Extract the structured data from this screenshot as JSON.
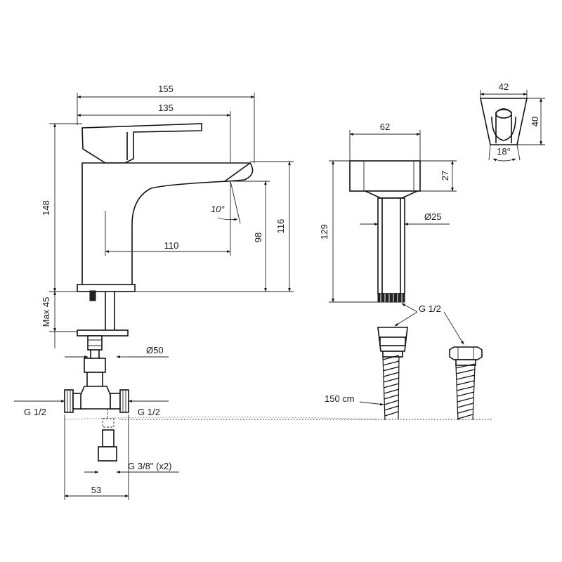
{
  "dimensions": {
    "faucet_total_length": "155",
    "spout_length": "135",
    "faucet_height": "148",
    "spout_reach": "110",
    "spout_angle": "10°",
    "spout_clearance": "98",
    "spout_height": "116",
    "mount_thickness": "Max 45",
    "base_diameter": "Ø50",
    "inlet_left": "G 1/2",
    "inlet_right": "G 1/2",
    "connection": "G 3/8\" (x2)",
    "valve_width": "53",
    "shower_head_width": "62",
    "shower_head_depth": "27",
    "shower_handle_diameter": "Ø25",
    "shower_length": "129",
    "shower_thread": "G 1/2",
    "hose_length": "150 cm",
    "holder_width": "42",
    "holder_height": "40",
    "holder_angle": "18°"
  }
}
